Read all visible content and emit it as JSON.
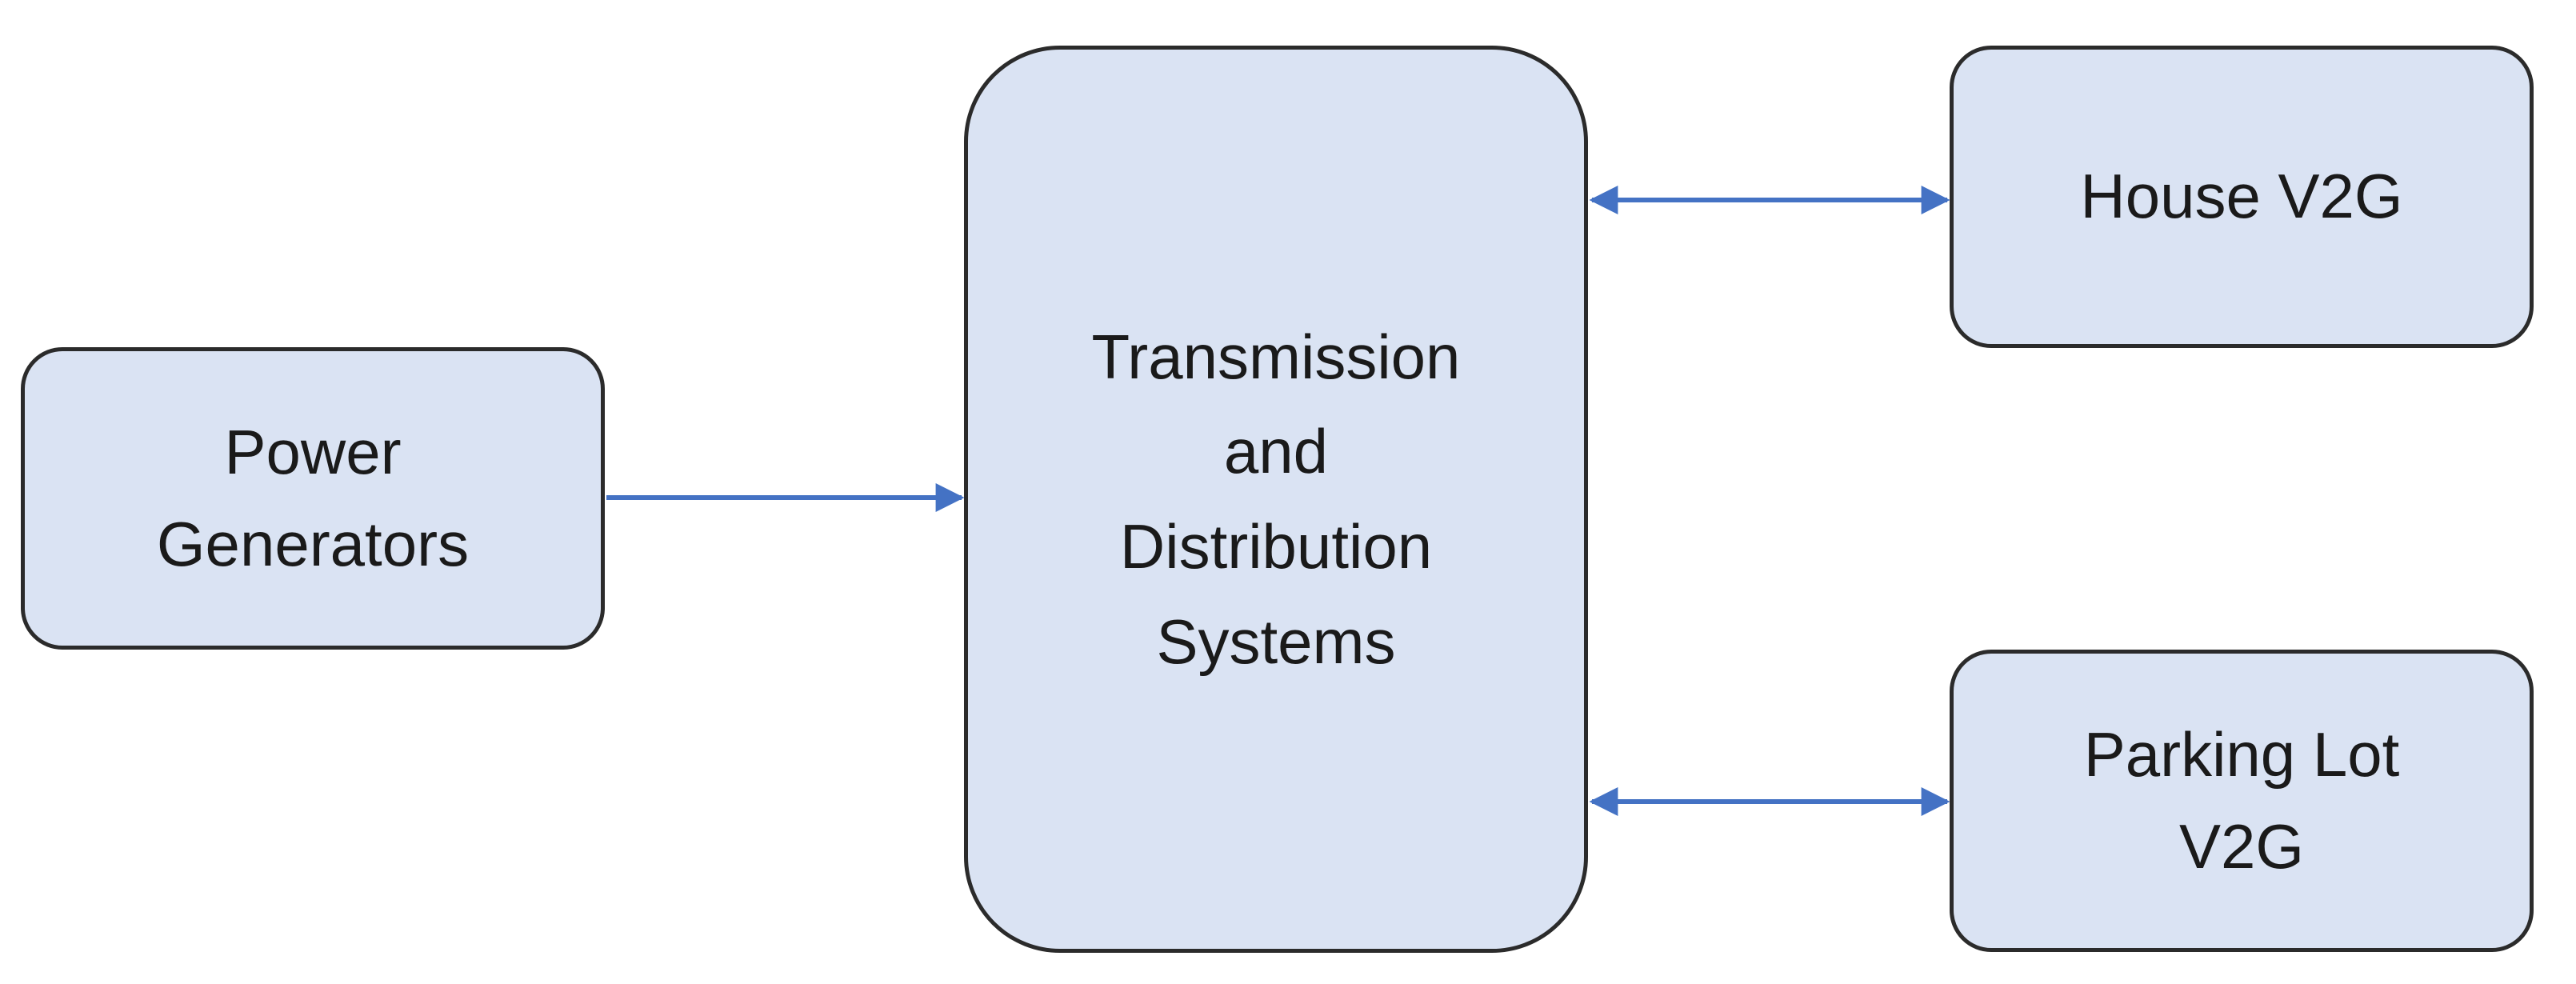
{
  "diagram": {
    "nodes": {
      "power_generators": {
        "lines": [
          "Power",
          "Generators"
        ]
      },
      "transmission": {
        "lines": [
          "Transmission",
          "and",
          "Distribution",
          "Systems"
        ]
      },
      "house_v2g": {
        "lines": [
          "House V2G"
        ]
      },
      "parking_lot_v2g": {
        "lines": [
          "Parking Lot",
          "V2G"
        ]
      }
    },
    "edges": [
      {
        "from": "Power Generators",
        "to": "Transmission and Distribution Systems",
        "direction": "one-way"
      },
      {
        "from": "Transmission and Distribution Systems",
        "to": "House V2G",
        "direction": "two-way"
      },
      {
        "from": "Transmission and Distribution Systems",
        "to": "Parking Lot V2G",
        "direction": "two-way"
      }
    ],
    "colors": {
      "box_fill": "#dae3f3",
      "box_border": "#2b2b2b",
      "arrow": "#4472c4",
      "text": "#1a1a1a"
    }
  }
}
